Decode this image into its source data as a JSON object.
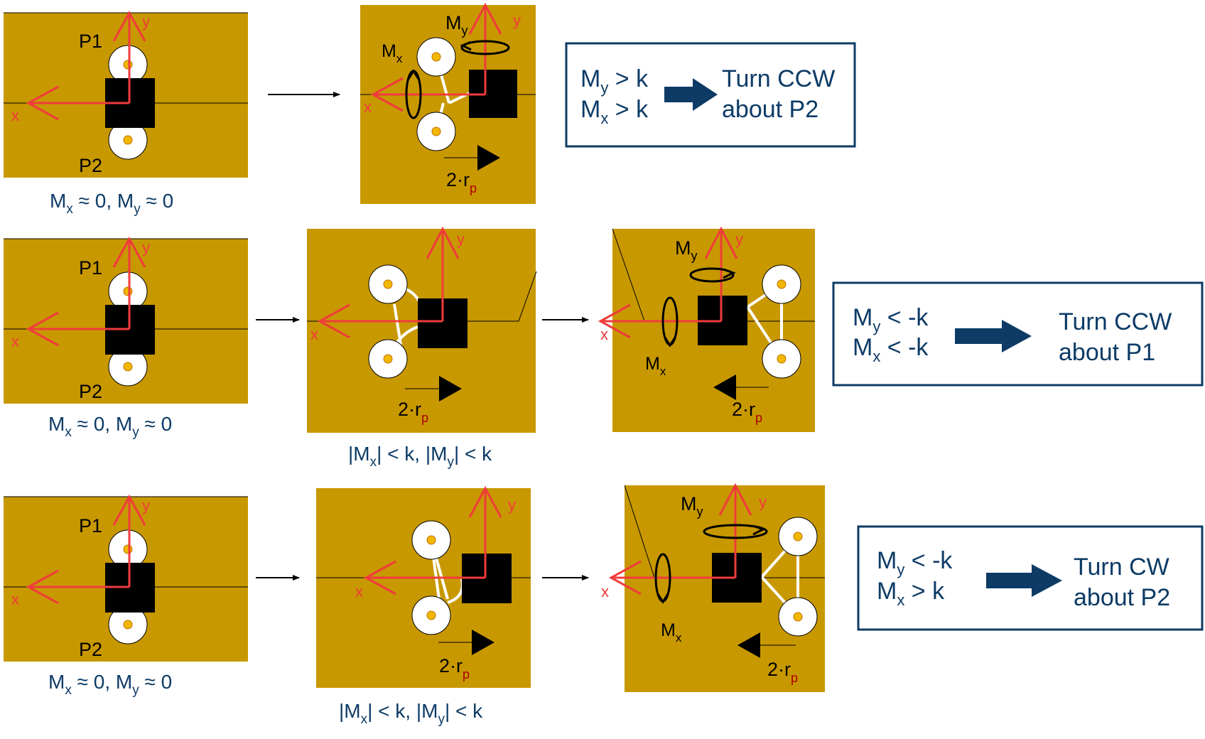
{
  "axes": {
    "x": "x",
    "y": "y"
  },
  "pads": {
    "p1": "P1",
    "p2": "P2"
  },
  "moments": {
    "mx_base": "M",
    "mx_sub": "x",
    "my_base": "M",
    "my_sub": "y"
  },
  "translation": {
    "base": "2·r",
    "sub": "p"
  },
  "captions": {
    "neutral": {
      "a": "M",
      "b": "x",
      "c": " ≈ 0, M",
      "d": "y",
      "e": " ≈ 0"
    },
    "small": {
      "a": "|M",
      "b": "x",
      "c": "| < k, |M",
      "d": "y",
      "e": "| < k"
    }
  },
  "rules": [
    {
      "cond1": {
        "m": "M",
        "sub": "y",
        "rel": " > k"
      },
      "cond2": {
        "m": "M",
        "sub": "x",
        "rel": " > k"
      },
      "result1": "Turn CCW",
      "result2": "about P2"
    },
    {
      "cond1": {
        "m": "M",
        "sub": "y",
        "rel": " < -k"
      },
      "cond2": {
        "m": "M",
        "sub": "x",
        "rel": " < -k"
      },
      "result1": "Turn CCW",
      "result2": "about P1"
    },
    {
      "cond1": {
        "m": "M",
        "sub": "y",
        "rel": " < -k"
      },
      "cond2": {
        "m": "M",
        "sub": "x",
        "rel": " > k"
      },
      "result1": "Turn CW",
      "result2": "about P2"
    }
  ],
  "colors": {
    "panel": "#c89800",
    "axis": "#f03b3b",
    "navy": "#0d3b66",
    "arrow": "#0d3b66",
    "block": "#000000",
    "pad": "#ffffff",
    "pad_center": "#f2b705"
  }
}
